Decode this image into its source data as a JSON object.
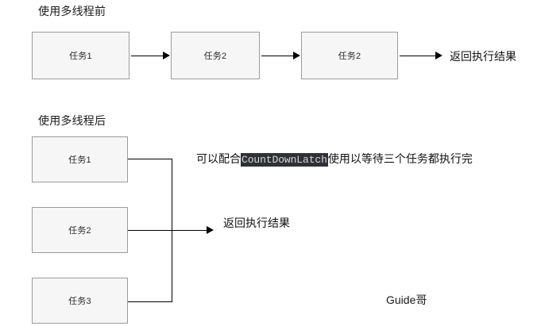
{
  "diagram": {
    "background_color": "#ffffff",
    "box_fill_color": "#f6f6f6",
    "box_border_color": "#9b9b9b",
    "line_color": "#000000",
    "code_highlight_bg": "#2f3136",
    "code_highlight_fg": "#d8d8d8"
  },
  "section_before": {
    "title": "使用多线程前",
    "boxes": [
      {
        "label": "任务1"
      },
      {
        "label": "任务2"
      },
      {
        "label": "任务2"
      }
    ],
    "result_label": "返回执行结果"
  },
  "section_after": {
    "title": "使用多线程后",
    "boxes": [
      {
        "label": "任务1"
      },
      {
        "label": "任务2"
      },
      {
        "label": "任务3"
      }
    ],
    "result_label": "返回执行结果",
    "note": {
      "prefix": "可以配合",
      "code": "CountDownLatch",
      "suffix": "使用以等待三个任务都执行完"
    }
  },
  "watermark": "Guide哥"
}
